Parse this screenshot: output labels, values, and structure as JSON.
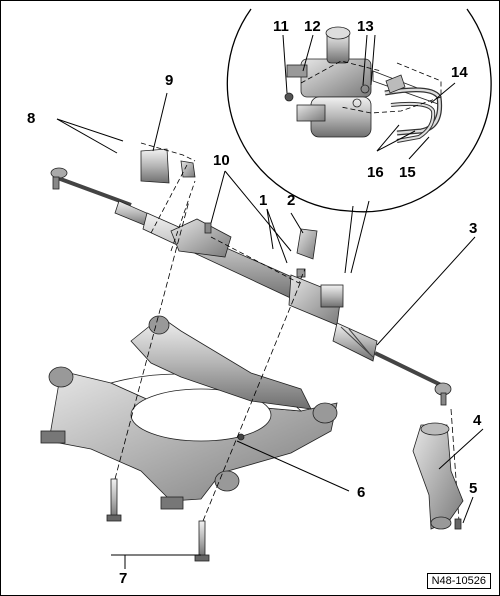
{
  "figure": {
    "reference_code": "N48-10526",
    "callouts": {
      "c1": "1",
      "c2": "2",
      "c3": "3",
      "c4": "4",
      "c5": "5",
      "c6": "6",
      "c7": "7",
      "c8": "8",
      "c9": "9",
      "c10": "10",
      "c11": "11",
      "c12": "12",
      "c13": "13",
      "c14": "14",
      "c15": "15",
      "c16": "16"
    }
  }
}
